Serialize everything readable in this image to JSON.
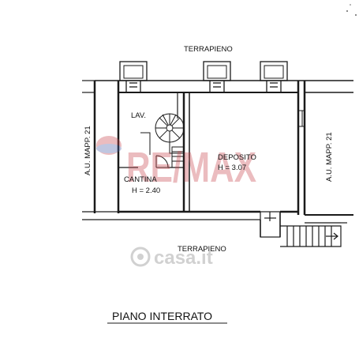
{
  "plan": {
    "title": "PIANO INTERRATO",
    "labels": {
      "terrapieno_top": "TERRAPIENO",
      "terrapieno_bottom": "TERRAPIENO",
      "au_left": "A.U. MAPP. 21",
      "au_right": "A.U. MAPP. 21"
    },
    "rooms": {
      "lavanderia": {
        "name": "LAV."
      },
      "cantina": {
        "name": "CANTINA",
        "height": "H = 2.40"
      },
      "deposito": {
        "name": "DEPOSITO",
        "height": "H = 3.07"
      }
    }
  },
  "watermarks": {
    "brand": "RE/MAX",
    "site": "casa.it"
  },
  "colors": {
    "line": "#1a1a1a",
    "watermark_red": "#c8424a",
    "watermark_blue": "#4a5fa8",
    "watermark_gray": "#9a9a9a"
  }
}
